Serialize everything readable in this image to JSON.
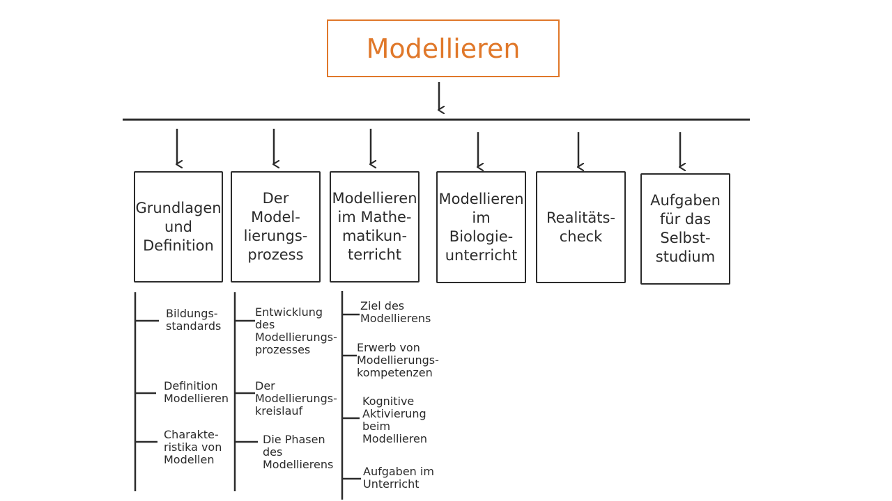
{
  "title": "Modellieren",
  "colors": {
    "accent": "#e0782a",
    "ink": "#2b2b2b"
  },
  "columns": [
    {
      "label": "Grundlagen\nund\nDefinition",
      "items": [
        "Bildungs-\nstandards",
        "Definition\nModellieren",
        "Charakte-\nristika von\nModellen"
      ]
    },
    {
      "label": "Der\nModel-\nlierungs-\nprozess",
      "items": [
        "Entwicklung\ndes\nModellierungs-\nprozesses",
        "Der\nModellierungs-\nkreislauf",
        "Die Phasen\ndes\nModellierens"
      ]
    },
    {
      "label": "Modellieren\nim Mathe-\nmatikun-\nterricht",
      "items": [
        "Ziel des\nModellierens",
        "Erwerb von\nModellierungs-\nkompetenzen",
        "Kognitive\nAktivierung\nbeim\nModellieren",
        "Aufgaben im\nUnterricht"
      ]
    },
    {
      "label": "Modellieren\nim\nBiologie-\nunterricht",
      "items": []
    },
    {
      "label": "Realitäts-\ncheck",
      "items": []
    },
    {
      "label": "Aufgaben\nfür das\nSelbst-\nstudium",
      "items": []
    }
  ]
}
